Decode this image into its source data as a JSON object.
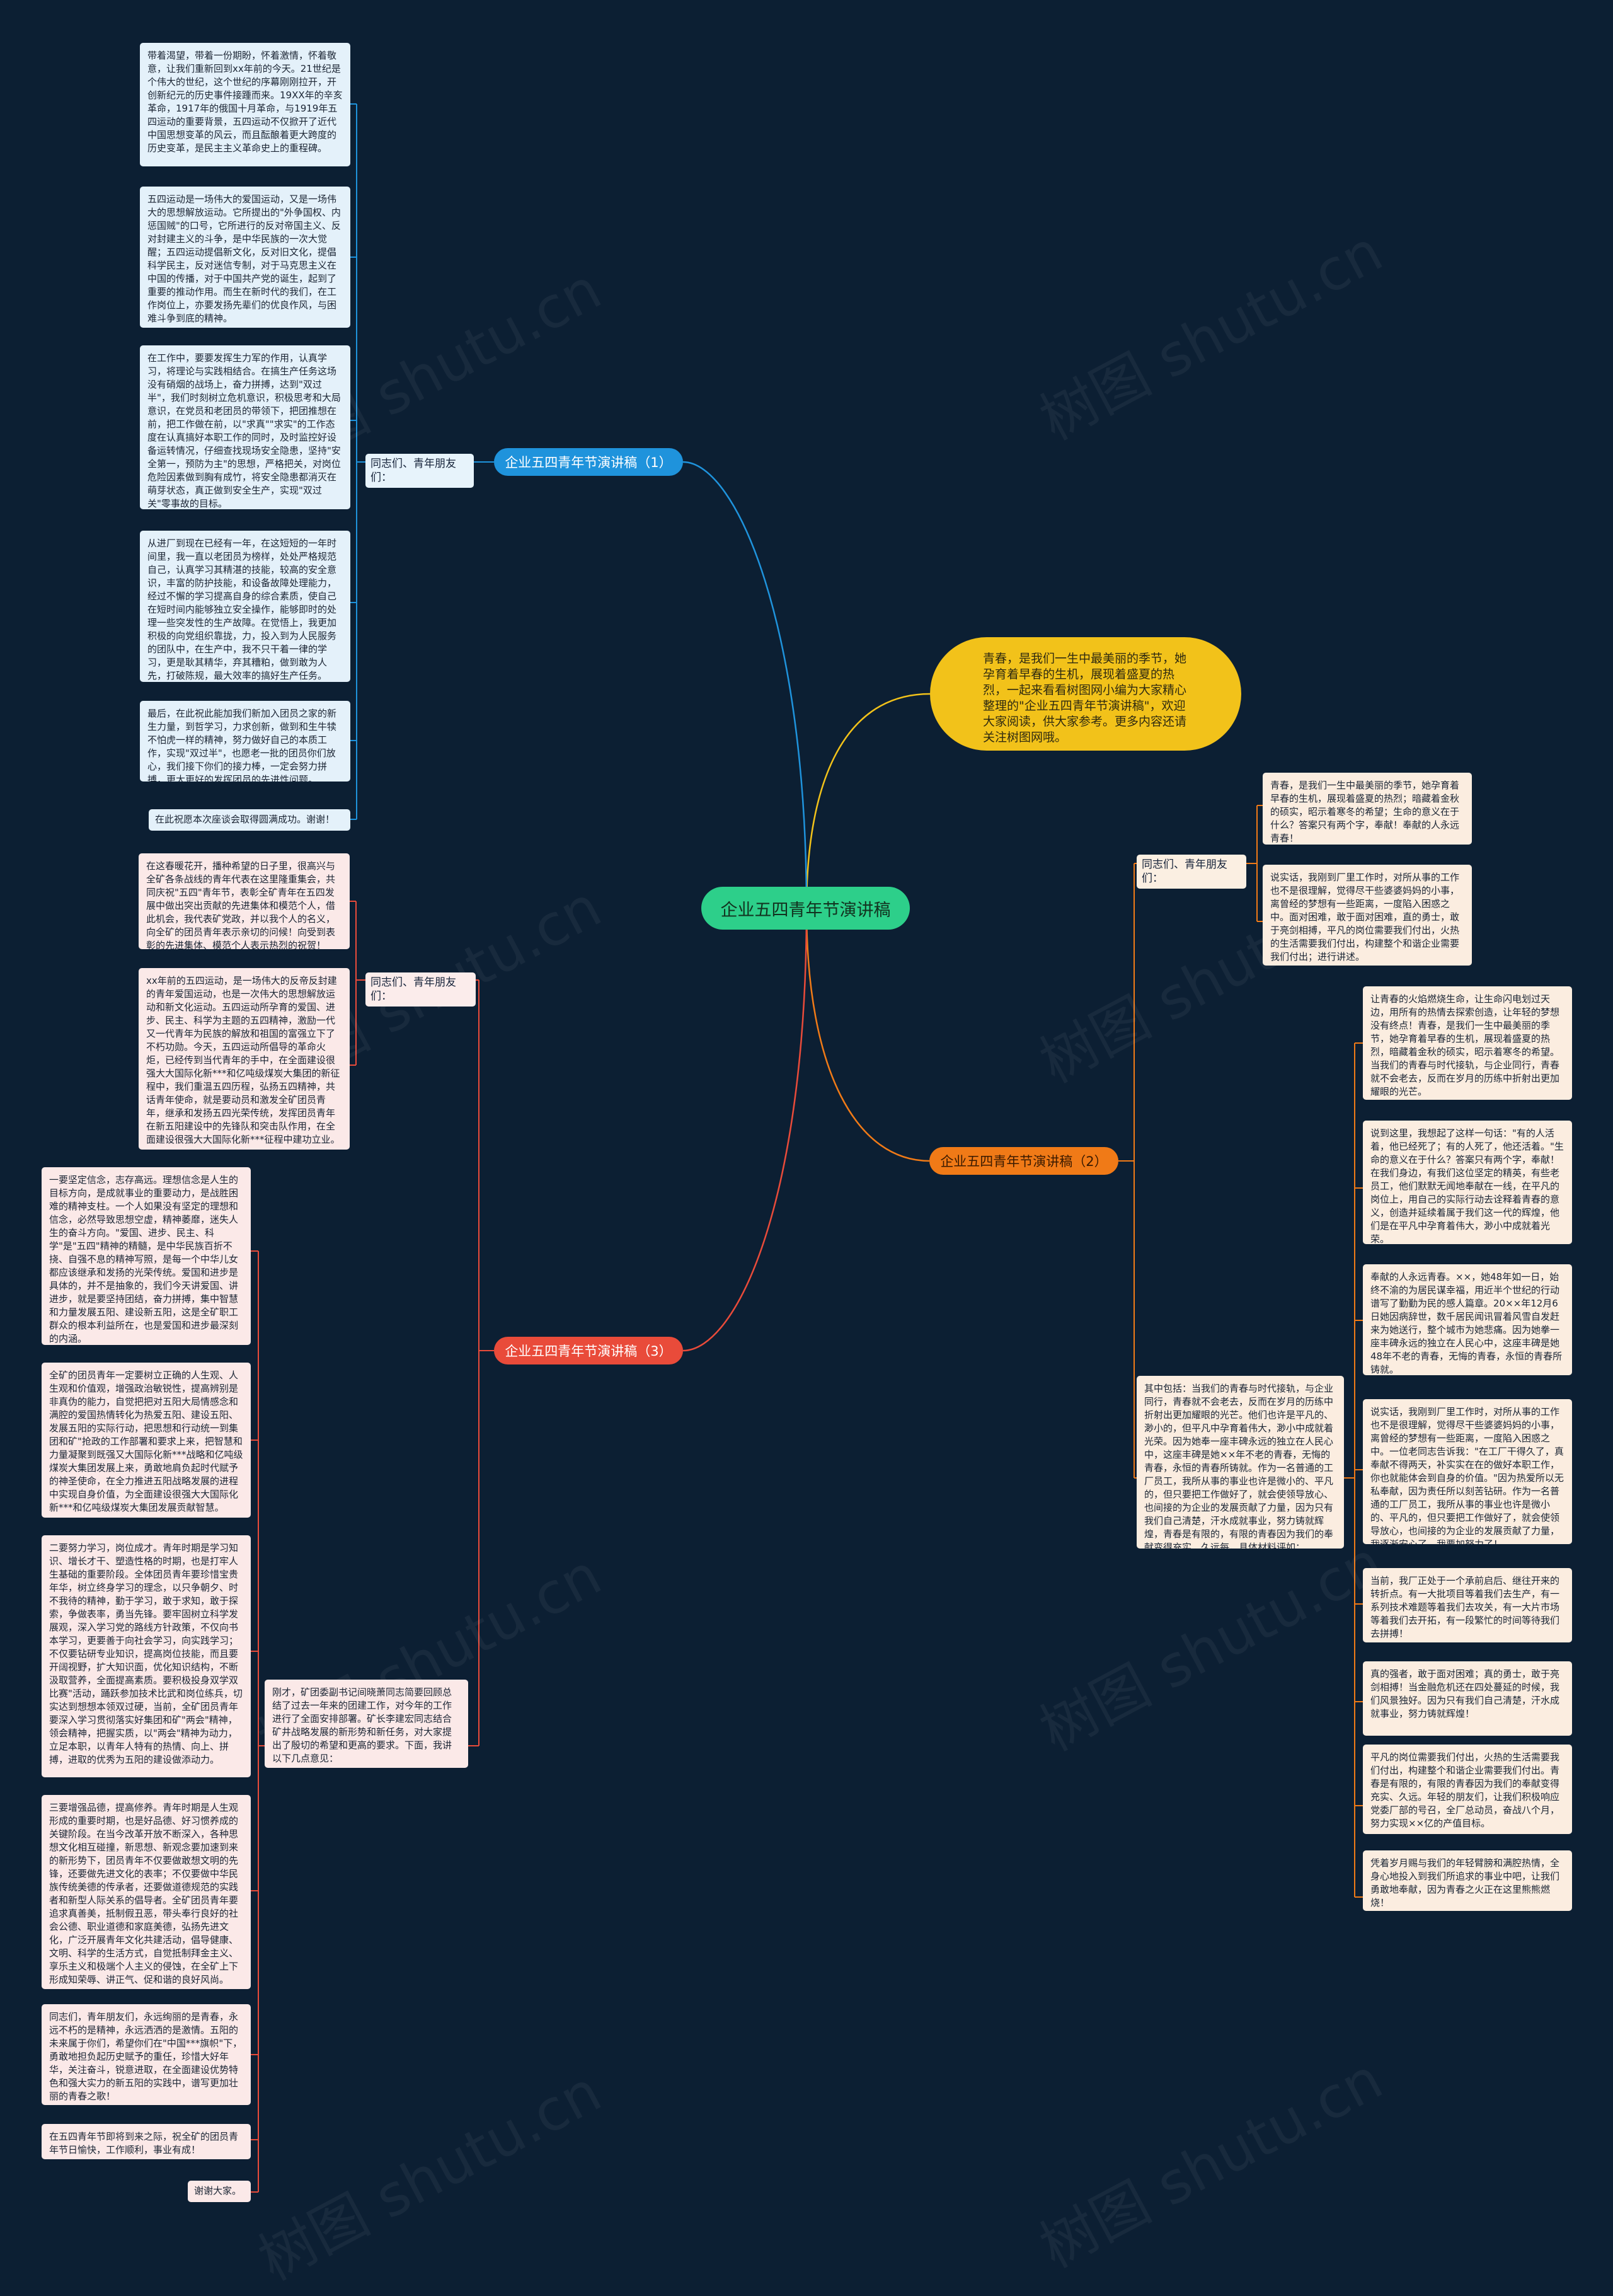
{
  "center": "企业五四青年节演讲稿",
  "intro": "青春，是我们一生中最美丽的季节，她孕育着早春的生机，展现着盛夏的热烈，一起来看看树图网小编为大家精心整理的\"企业五四青年节演讲稿\"，欢迎大家阅读，供大家参考。更多内容还请关注树图网哦。",
  "watermark": "树图 shutu.cn",
  "branch1": {
    "title": "企业五四青年节演讲稿（1）",
    "label": "同志们、青年朋友们：",
    "items": [
      "带着渴望，带着一份期盼，怀着激情，怀着敬意，让我们重新回到xx年前的今天。21世纪是个伟大的世纪，这个世纪的序幕刚刚拉开，开创新纪元的历史事件接踵而来。19XX年的辛亥革命，1917年的俄国十月革命，与1919年五四运动的重要背景，五四运动不仅掀开了近代中国思想变革的风云，而且酝酿着更大跨度的历史变革，是民主主义革命史上的重程碑。",
      "五四运动是一场伟大的爱国运动，又是一场伟大的思想解放运动。它所提出的\"外争国权、内惩国贼\"的口号，它所进行的反对帝国主义、反对封建主义的斗争，是中华民族的一次大觉醒；五四运动提倡新文化，反对旧文化，提倡科学民主，反对迷信专制，对于马克思主义在中国的传播，对于中国共产党的诞生，起到了重要的推动作用。而生在新时代的我们，在工作岗位上，亦要发扬先辈们的优良作风，与困难斗争到底的精神。",
      "在工作中，要要发挥生力军的作用，认真学习，将理论与实践相结合。在搞生产任务这场没有硝烟的战场上，奋力拼搏，达到\"双过半\"，我们时刻树立危机意识，积极思考和大局意识，在党员和老团员的带领下，把团推想在前，把工作做在前，以\"求真\"\"求实\"的工作态度在认真搞好本职工作的同时，及时监控好设备运转情况，仔细查找现场安全隐患，坚持\"安全第一，预防为主\"的思想，严格把关，对岗位危险因素做到胸有成竹，将安全隐患都消灭在萌芽状态，真正做到安全生产，实现\"双过关\"零事故的目标。",
      "从进厂到现在已经有一年，在这短短的一年时间里，我一直以老团员为榜样，处处严格规范自己，认真学习其精湛的技能，较高的安全意识，丰富的防护技能，和设备故障处理能力，经过不懈的学习提高自身的综合素质，使自己在短时间内能够独立安全操作，能够即时的处理一些突发性的生产故障。在觉悟上，我更加积极的向党组织靠拢，力，投入到为人民服务的团队中，在生产中，我不只干着一律的学习，更是耿其精华，弃其糟粕，做到敢为人先，打破陈规，最大效率的搞好生产任务。",
      "最后，在此祝此能加我们新加入团员之家的新生力量，到哲学习，力求创新，做到和生牛犊不怕虎一样的精神，努力做好自己的本质工作，实现\"双过半\"，也愿老一批的团员你们放心，我们接下你们的接力棒，一定会努力拼搏，更大更好的发挥团员的先进性问题。",
      "在此祝愿本次座谈会取得圆满成功。谢谢！"
    ]
  },
  "branch2": {
    "title": "企业五四青年节演讲稿（2）",
    "label_top": "同志们、青年朋友们：",
    "top_items": [
      "青春，是我们一生中最美丽的季节，她孕育着早春的生机，展现着盛夏的热烈；暗藏着金秋的硕实，昭示着寒冬的希望；生命的意义在于什么？答案只有两个字，奉献！奉献的人永远青春！",
      "说实话，我刚到厂里工作时，对所从事的工作也不是很理解，觉得尽干些婆婆妈妈的小事，离曾经的梦想有一些距离，一度陷入困惑之中。面对困难，敢于面对困难，直的勇士，敢于亮剑相搏，平凡的岗位需要我们付出，火热的生活需要我们付出，构建整个和谐企业需要我们付出；进行讲述。"
    ],
    "label_mid": "其中包括：当我们的青春与时代接轨，与企业同行，青春就不会老去，反而在岁月的历练中折射出更加耀眼的光芒。他们也许是平凡的、渺小的，但平凡中孕育着伟大，渺小中成就着光荣。因为她奉一座丰碑永远的独立在人民心中，这座丰碑是她××年不老的青春，无悔的青春，永恒的青春所铸就。作为一名普通的工厂员工，我所从事的事业也许是微小的、平凡的，但只要把工作做好了，就会使领导放心、也间接的为企业的发展贡献了力量，因为只有我们自己清楚，汗水成就事业，努力铸就辉煌，青春是有限的，有限的青春因为我们的奉献变得充实、久远每，具体材料评如：",
    "bottom_items": [
      "让青春的火焰燃烧生命，让生命闪电划过天边，用所有的热情去探索创造，让年轻的梦想没有终点！青春，是我们一生中最美丽的季节，她孕育着早春的生机，展现着盛夏的热烈，暗藏着金秋的硕实，昭示着寒冬的希望。当我们的青春与时代接轨，与企业同行，青春就不会老去，反而在岁月的历练中折射出更加耀眼的光芒。",
      "说到这里，我想起了这样一句话：\"有的人活着，他已经死了；有的人死了，他还活着。\"生命的意义在于什么？答案只有两个字，奉献！在我们身边，有我们这位坚定的精英，有些老员工，他们默默无闻地奉献在一线，在平凡的岗位上，用自己的实际行动去诠释着青春的意义，创造并延续着属于我们这一代的辉煌，他们是在平凡中孕育着伟大，渺小中成就着光荣。",
      "奉献的人永远青春。××，她48年如一日，始终不渝的为居民谋幸福，用近半个世纪的行动谱写了勤勤为民的感人篇章。20××年12月6日她因病辞世，数千居民闻讯冒着风雪自发赶来为她送行，整个城市为她悲痛。因为她拳一座丰碑永远的独立在人民心中，这座丰碑是她48年不老的青春，无悔的青春，永恒的青春所铸就。",
      "说实话，我刚到厂里工作时，对所从事的工作也不是很理解，觉得尽干些婆婆妈妈的小事，离曾经的梦想有一些距离，一度陷入困惑之中。一位老同志告诉我：\"在工厂干得久了，真奉献不得两天，补实实在在的做好本职工作，你也就能体会到自身的价值。\"因为热爱所以无私奉献，因为责任所以刻苦钻研。作为一名普通的工厂员工，我所从事的事业也许是微小的、平凡的，但只要把工作做好了，就会使领导放心，也间接的为企业的发展贡献了力量，我逐渐安心了，我要加努力了！",
      "当前，我厂正处于一个承前启后、继往开来的转折点。有一大批项目等着我们去生产，有一系列技术难题等着我们去攻关，有一大片市场等着我们去开拓，有一段繁忙的时间等待我们去拼搏！",
      "真的强者，敢于面对困难；真的勇士，敢于亮剑相搏！当金融危机还在四处蔓延的时候，我们风景独好。因为只有我们自己清楚，汗水成就事业，努力铸就辉煌！",
      "平凡的岗位需要我们付出，火热的生活需要我们付出，构建整个和谐企业需要我们付出。青春是有限的，有限的青春因为我们的奉献变得充实、久远。年轻的朋友们，让我们积极响应党委厂部的号召，全厂总动员，奋战八个月，努力实现××亿的产值目标。",
      "凭着岁月赐与我们的年轻臂膀和满腔热情，全身心地投入到我们所追求的事业中吧，让我们勇敢地奉献，因为青春之火正在这里熊熊燃烧！"
    ]
  },
  "branch3": {
    "title": "企业五四青年节演讲稿（3）",
    "label_top": "同志们、青年朋友们：",
    "top_items": [
      "在这春暖花开，播种希望的日子里，很高兴与全矿各条战线的青年代表在这里隆重集会，共同庆祝\"五四\"青年节，表彰全矿青年在五四发展中做出突出贡献的先进集体和模范个人，借此机会，我代表矿党政，并以我个人的名义，向全矿的团员青年表示亲切的问候！向受到表彰的先进集体、模范个人表示热烈的祝贺！",
      "xx年前的五四运动，是一场伟大的反帝反封建的青年爱国运动，也是一次伟大的思想解放运动和新文化运动。五四运动所孕育的爱国、进步、民主、科学为主题的五四精神，激励一代又一代青年为民族的解放和祖国的富强立下了不朽功勋。今天，五四运动所倡导的革命火炬，已经传到当代青年的手中，在全面建设很强大大国际化新***和亿吨级煤炭大集团的新征程中，我们重温五四历程，弘扬五四精神，共话青年使命，就是要动员和激发全矿团员青年，继承和发扬五四光荣传统，发挥团员青年在新五阳建设中的先锋队和突击队作用，在全面建设很强大大国际化新***征程中建功立业。"
    ],
    "label_mid": "刚才，矿团委副书记间晓萧同志简要回顾总结了过去一年来的团建工作，对今年的工作进行了全面安排部署。矿长李建宏同志结合矿井战略发展的新形势和新任务，对大家提出了殷切的希望和更高的要求。下面，我讲以下几点意见：",
    "bottom_items": [
      "一要坚定信念，志存高远。理想信念是人生的目标方向，是成就事业的重要动力，是战胜困难的精神支柱。一个人如果没有坚定的理想和信念，必然导致思想空虚，精神萎靡，迷失人生的奋斗方向。\"爱国、进步、民主、科学\"是\"五四\"精神的精髓，是中华民族百折不挠、自强不息的精神写照，是每一个中华儿女都应该继承和发扬的光荣传统。爱国和进步是具体的，并不是抽象的，我们今天讲爱国、讲进步，就是要坚持团结，奋力拼搏，集中智慧和力量发展五阳、建设新五阳，这是全矿职工群众的根本利益所在，也是爱国和进步最深刻的内涵。",
      "全矿的团员青年一定要树立正确的人生观、人生观和价值观，增强政治敏锐性，提高辨别是非真伪的能力，自觉把把对五阳大局情感念和满腔的爱国热情转化为热爱五阳、建设五阳、发展五阳的实际行动，把思想和行动统一到集团和矿\"抢政的工作部署和要求上来，把智慧和力量凝聚到既强又大国际化新***战略和亿吨级煤炭大集团发展上来，勇敢地肩负起时代赋予的神圣使命，在全力推进五阳战略发展的进程中实现自身价值，为全面建设很强大大国际化新***和亿吨级煤炭大集团发展贡献智慧。",
      "二要努力学习，岗位成才。青年时期是学习知识、增长才干、塑造性格的时期，也是打牢人生基础的重要阶段。全体团员青年要珍惜宝贵年华，树立终身学习的理念，以只争朝夕、时不我待的精神，勤于学习，敢于求知，敢于探索，争做表率，勇当先锋。要牢固树立科学发展观，深入学习党的路线方针政策，不仅向书本学习，更要善于向社会学习，向实践学习；不仅要钻研专业知识，提高岗位技能，而且要开阔视野，扩大知识面，优化知识结构，不断汲取营养，全面提高素质。要积极投身双学双比赛\"活动，踊跃参加技术比武和岗位练兵，切实达到想想本领双过硬，当前，全矿团员青年要深入学习贯彻落实好集团和矿\"两会\"精神，领会精神，把握实质，以\"两会\"精神为动力，立足本职，以青年人特有的热情、向上、拼搏，进取的优秀为五阳的建设做添动力。",
      "三要增强品德，提高修养。青年时期是人生观形成的重要时期，也是好品德、好习惯养成的关键阶段。在当今改革开放不断深入，各种思想文化相互碰撞，新思想、新观念要加速到来的新形势下，团员青年不仅要做敢想文明的先锋，还要做先进文化的表率；不仅要做中华民族传统美德的传承者，还要做道德规范的实践者和新型人际关系的倡导者。全矿团员青年要追求真善美，抵制假丑恶，带头奉行良好的社会公德、职业道德和家庭美德，弘扬先进文化，广泛开展青年文化共建活动，倡导健康、文明、科学的生活方式，自觉抵制拜金主义、享乐主义和极端个人主义的侵蚀，在全矿上下形成知荣辱、讲正气、促和谐的良好风尚。",
      "同志们，青年朋友们，永远绚丽的是青春，永远不朽的是精神，永远洒洒的是激情。五阳的未来属于你们，希望你们在\"中国***旗帜\"下，勇敢地担负起历史赋予的重任，珍惜大好年华，关注奋斗，锐意进取，在全面建设优势特色和强大实力的新五阳的实践中，谱写更加壮丽的青春之歌！",
      "在五四青年节即将到来之际，祝全矿的团员青年节日愉快，工作顺利，事业有成！",
      "谢谢大家。"
    ]
  }
}
